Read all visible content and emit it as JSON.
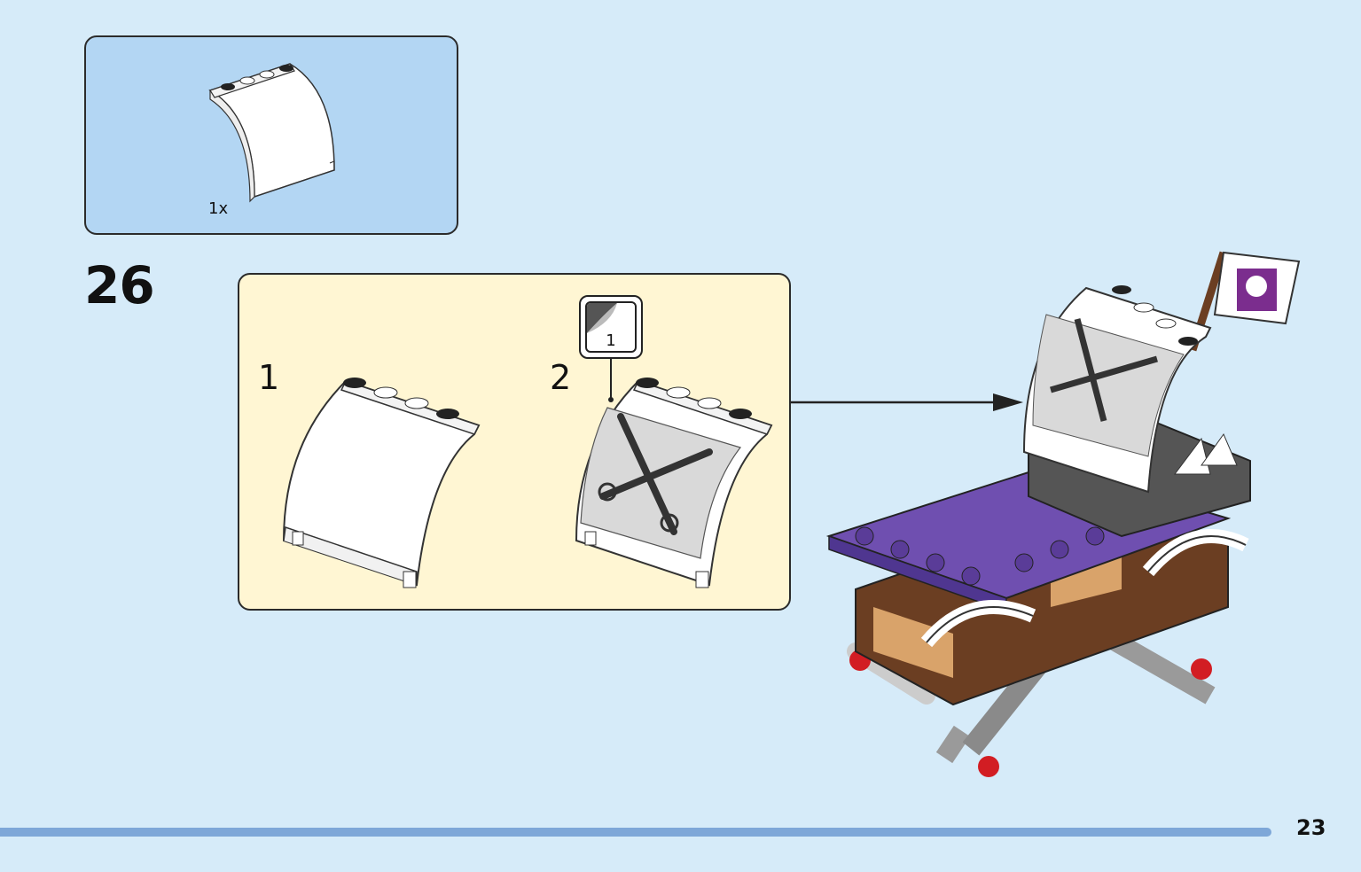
{
  "parts_list": {
    "items": [
      {
        "part": "white-curved-panel",
        "quantity": "1x"
      }
    ]
  },
  "step": {
    "number": "26",
    "substeps": [
      {
        "label": "1"
      },
      {
        "label": "2",
        "sticker_id": "1"
      }
    ]
  },
  "page": {
    "number": "23"
  },
  "colors": {
    "page_background": "#d6ebf9",
    "parts_box": "#b3d6f3",
    "substep_box": "#fff6d3",
    "page_rule": "#7ea7d8",
    "purple_bricks": "#6f4fb0",
    "brown_bricks": "#7a4a2c"
  }
}
